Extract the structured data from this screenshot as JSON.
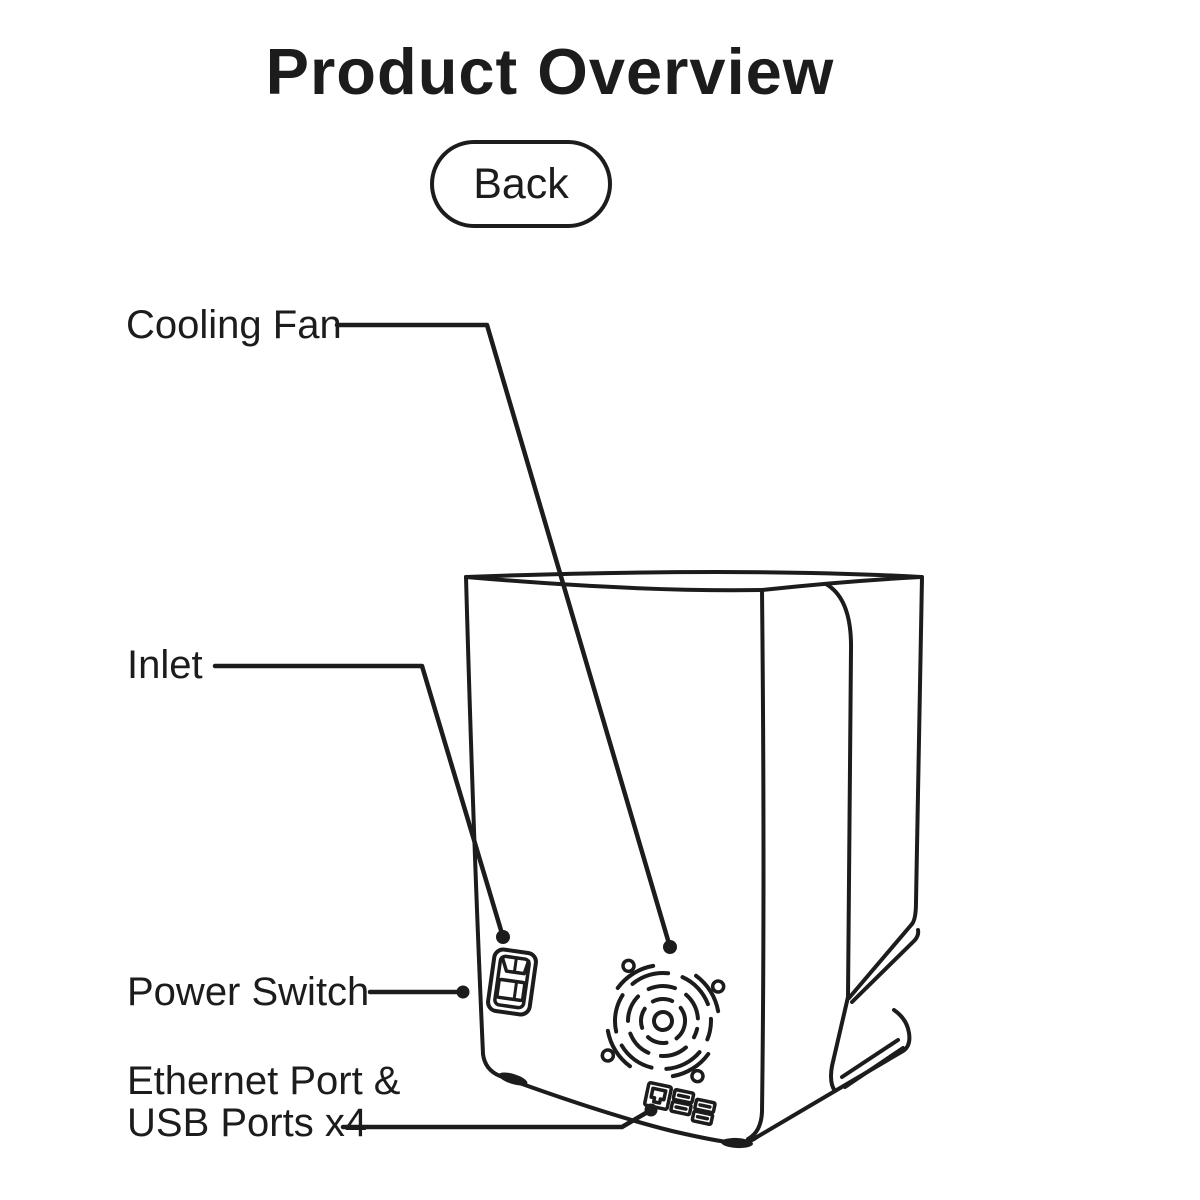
{
  "colors": {
    "ink": "#1c1c1c",
    "background": "#ffffff"
  },
  "header": {
    "title": "Product Overview"
  },
  "view_badge": {
    "label": "Back"
  },
  "callouts": [
    {
      "id": "cooling-fan",
      "label": "Cooling Fan"
    },
    {
      "id": "inlet",
      "label": "Inlet"
    },
    {
      "id": "power-switch",
      "label": "Power Switch"
    },
    {
      "id": "ethernet-usb",
      "label_line1": "Ethernet Port &",
      "label_line2": "USB Ports x4"
    }
  ],
  "illustration": {
    "view": "rear line drawing of product",
    "icons": [
      {
        "name": "fan-grille-icon"
      },
      {
        "name": "power-switch-icon"
      },
      {
        "name": "ethernet-port-icon"
      },
      {
        "name": "usb-ports-icon"
      },
      {
        "name": "rubber-feet-icon"
      }
    ]
  }
}
